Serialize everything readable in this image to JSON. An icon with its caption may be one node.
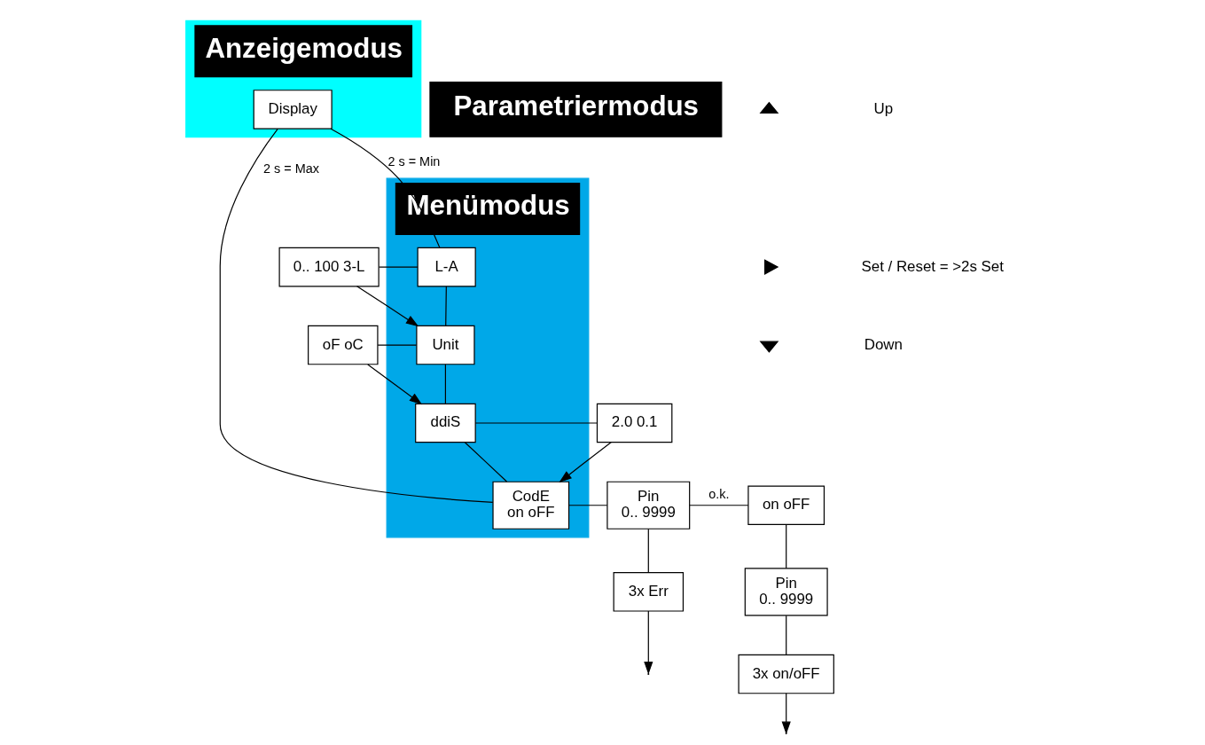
{
  "diagram": {
    "nodes": [
      {
        "text": [
          "Anzeigemodus"
        ]
      },
      {
        "text": [
          "Display"
        ],
        "in": 0
      },
      {
        "text": [
          "Menümodus"
        ]
      },
      {
        "text": [
          "L-A"
        ],
        "in": 2
      },
      {
        "text": [
          "Unit"
        ],
        "in": 2
      },
      {
        "text": [
          "ddiS"
        ],
        "in": 2
      },
      {
        "text": [
          "CodE",
          "on oFF"
        ],
        "in": 2
      },
      {
        "text": [
          "Parametriermodus"
        ]
      },
      {
        "text": [
          "0.. 100 3-L"
        ]
      },
      {
        "text": [
          "oF oC"
        ]
      },
      {
        "text": [
          "2.0 0.1"
        ]
      },
      {
        "text": [
          "Pin",
          "0.. 9999"
        ]
      },
      {
        "text": [
          "on oFF"
        ]
      },
      {
        "text": [
          "Pin",
          "0.. 9999"
        ]
      },
      {
        "text": [
          "3x Err"
        ]
      },
      {
        "text": [
          "3x on/oFF"
        ]
      }
    ],
    "edges": [
      {
        "from": 1,
        "to": 3,
        "arrow": "none",
        "label": "2 s = Min"
      },
      {
        "from": 3,
        "to": 4,
        "arrow": "none"
      },
      {
        "from": 4,
        "to": 5,
        "arrow": "none"
      },
      {
        "from": 5,
        "to": 6,
        "arrow": "none"
      },
      {
        "from": 6,
        "to": 1,
        "arrow": "none",
        "label": "2 s = Max"
      },
      {
        "from": 3,
        "to": 8,
        "arrow": "none"
      },
      {
        "from": 8,
        "to": 4,
        "arrow": "to"
      },
      {
        "from": 4,
        "to": 9,
        "arrow": "none"
      },
      {
        "from": 9,
        "to": 5,
        "arrow": "to"
      },
      {
        "from": 5,
        "to": 10,
        "arrow": "none"
      },
      {
        "from": 10,
        "to": 6,
        "arrow": "to"
      },
      {
        "from": 6,
        "to": 11,
        "arrow": "none"
      },
      {
        "from": 11,
        "to": 12,
        "arrow": "none",
        "label": "o.k."
      },
      {
        "from": 11,
        "to": 14,
        "arrow": "none"
      },
      {
        "from": 12,
        "to": 13,
        "arrow": "none"
      },
      {
        "from": 13,
        "to": 15,
        "arrow": "none"
      },
      {
        "from": 14,
        "to": null,
        "arrow": "to"
      },
      {
        "from": 15,
        "to": null,
        "arrow": "to"
      }
    ],
    "legend": [
      {
        "text": "Up"
      },
      {
        "text": "Set / Reset = >2s Set"
      },
      {
        "text": "Down"
      }
    ]
  }
}
